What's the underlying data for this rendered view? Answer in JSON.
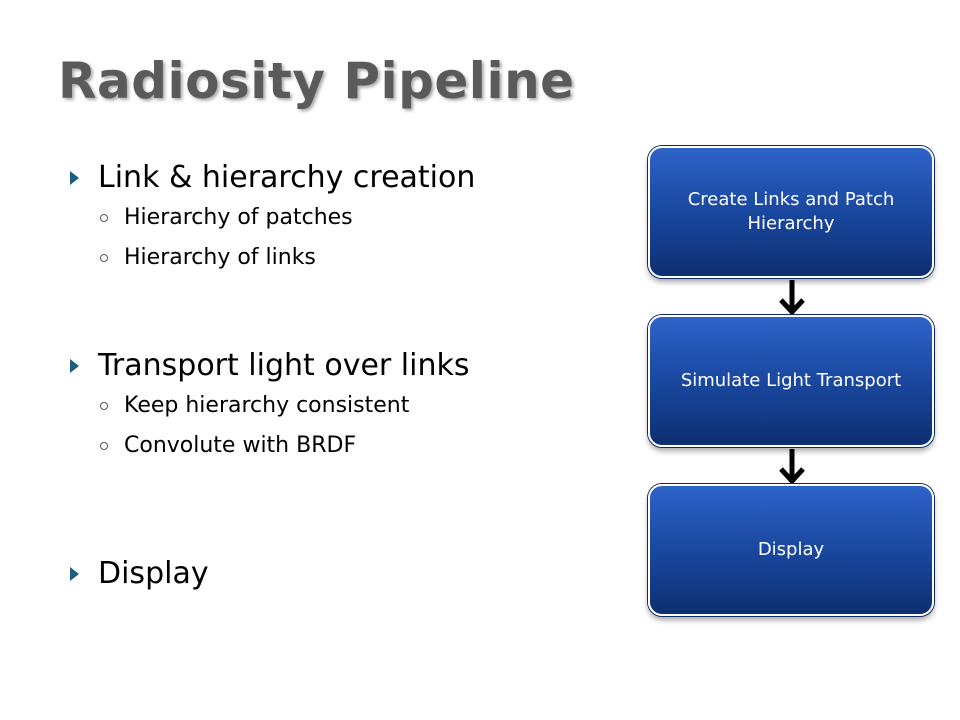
{
  "slide": {
    "title": "Radiosity Pipeline",
    "bullets": [
      {
        "text": "Link & hierarchy creation",
        "sub": [
          "Hierarchy of patches",
          "Hierarchy of links"
        ]
      },
      {
        "text": "Transport light over links",
        "sub": [
          "Keep hierarchy consistent",
          "Convolute with BRDF"
        ]
      },
      {
        "text": "Display",
        "sub": []
      }
    ]
  },
  "flow": {
    "steps": [
      "Create Links and Patch Hierarchy",
      "Simulate Light Transport",
      "Display"
    ]
  },
  "colors": {
    "box_top": "#2e63c9",
    "box_bottom": "#0e2f70",
    "bullet_arrow": "#1d5e83",
    "title": "#5a5a5a"
  }
}
